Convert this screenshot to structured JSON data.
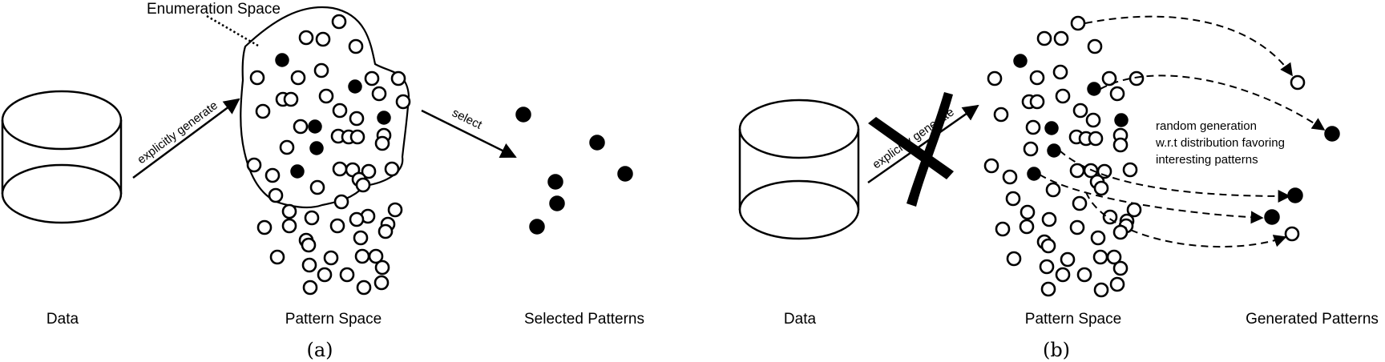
{
  "panel_a": {
    "panel_label": "(a)",
    "data_label": "Data",
    "explicit_arrow_label": "explicitly generate",
    "enumeration_label": "Enumeration Space",
    "select_label": "select",
    "pattern_space_label": "Pattern Space",
    "selected_patterns_label": "Selected Patterns"
  },
  "panel_b": {
    "panel_label": "(b)",
    "data_label": "Data",
    "explicit_arrow_label": "explicitly generate",
    "pattern_space_label": "Pattern Space",
    "generated_patterns_label": "Generated Patterns",
    "random_generation_lines": [
      "random generation",
      "w.r.t distribution favoring",
      "interesting patterns"
    ]
  },
  "colors": {
    "ink": "#000000",
    "background": "#ffffff"
  }
}
